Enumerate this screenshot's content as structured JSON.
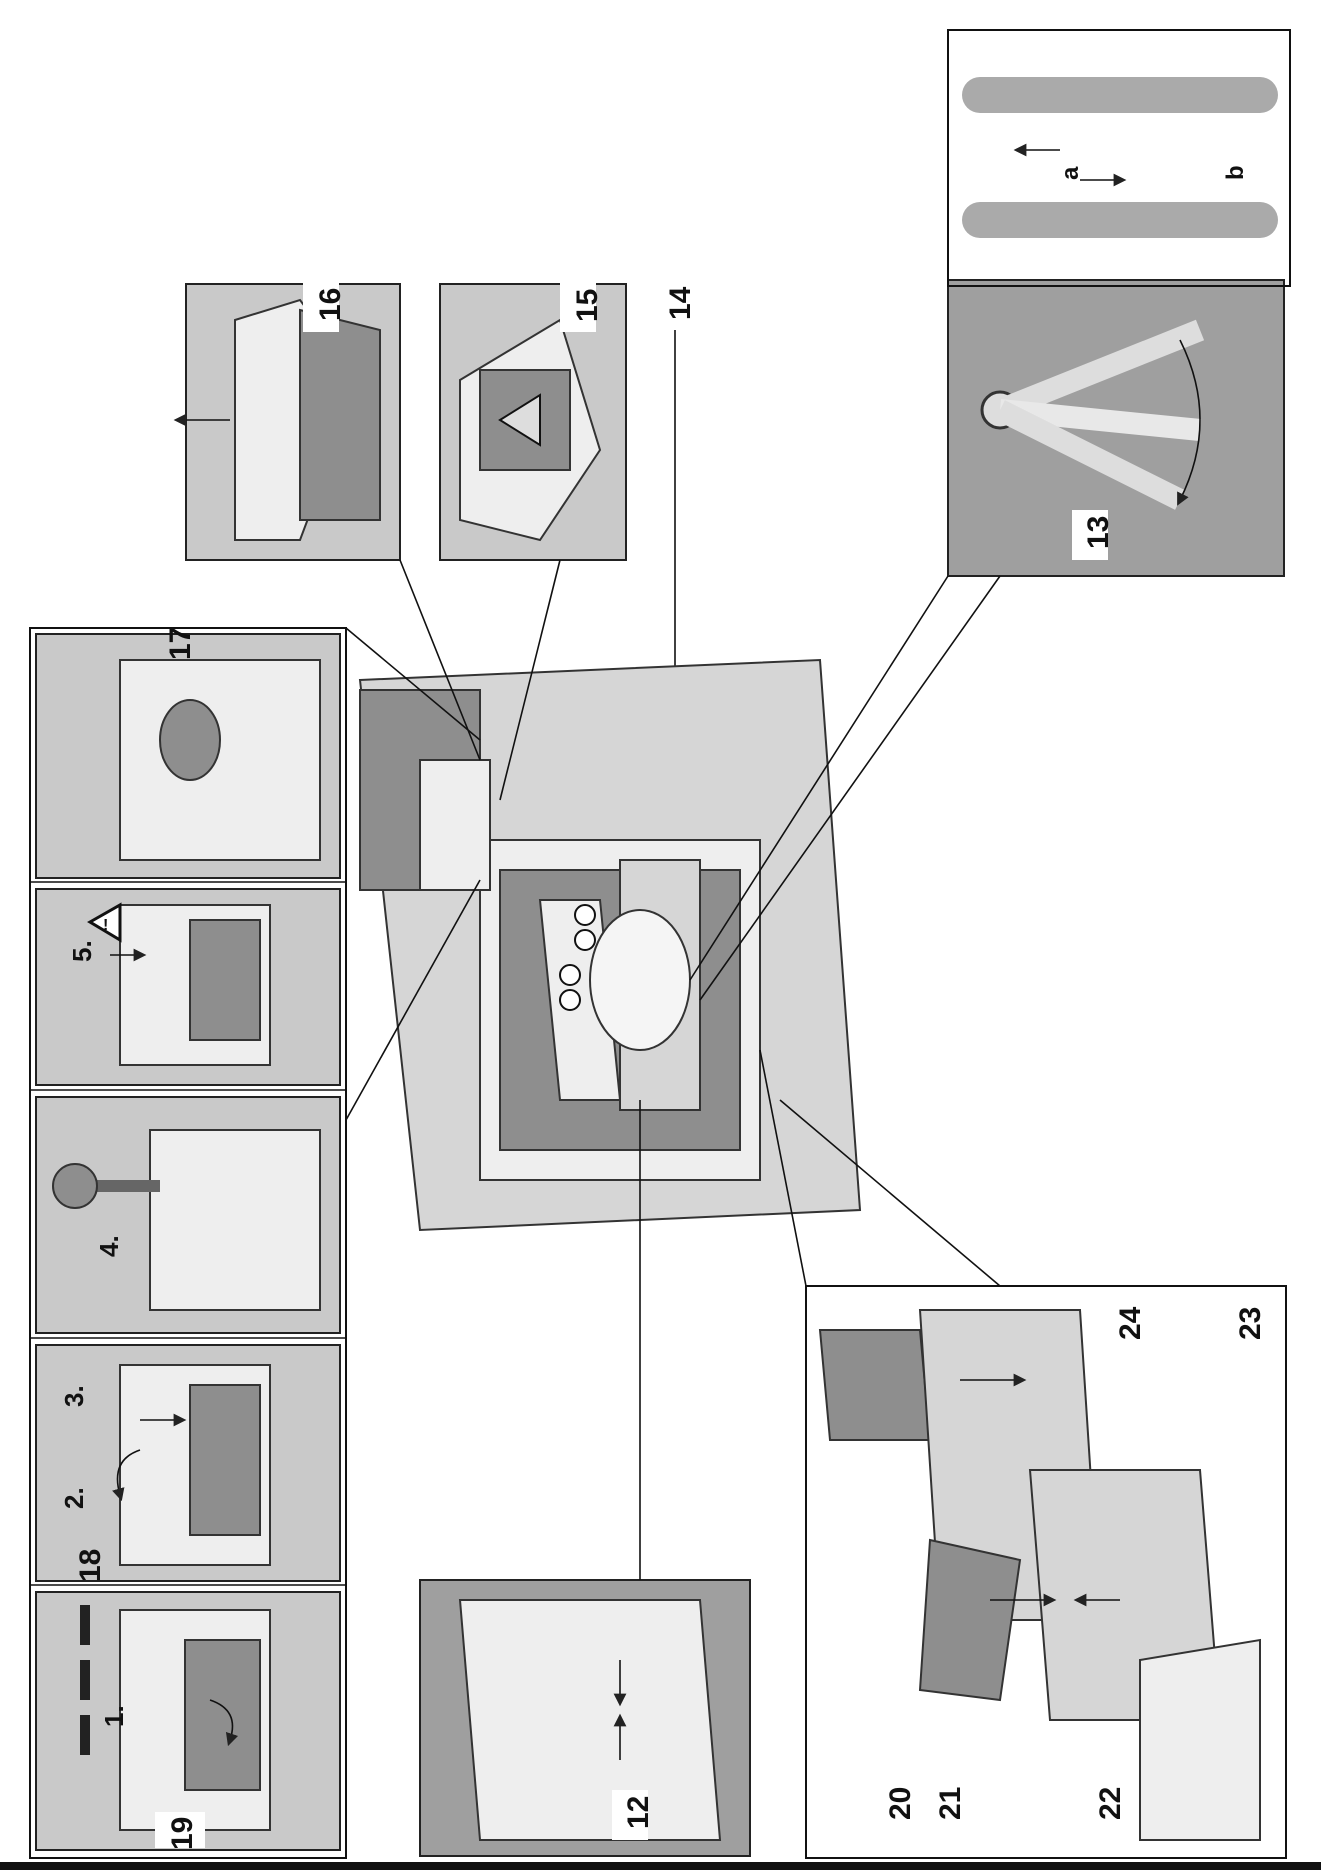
{
  "labels": {
    "l12": "12",
    "l13": "13",
    "l14": "14",
    "l15": "15",
    "l16": "16",
    "l17": "17",
    "l18": "18",
    "l19": "19",
    "l20": "20",
    "l21": "21",
    "l22": "22",
    "l23": "23",
    "l24": "24",
    "la": "a",
    "lb": "b"
  },
  "steps": {
    "s1": "1.",
    "s2": "2.",
    "s3": "3.",
    "s4": "4.",
    "s5": "5."
  },
  "icons": {
    "warning": "warning-triangle-icon"
  },
  "colors": {
    "panel_gray": "#c9c9c9",
    "dark_gray": "#8e8e8e",
    "line": "#111111"
  }
}
